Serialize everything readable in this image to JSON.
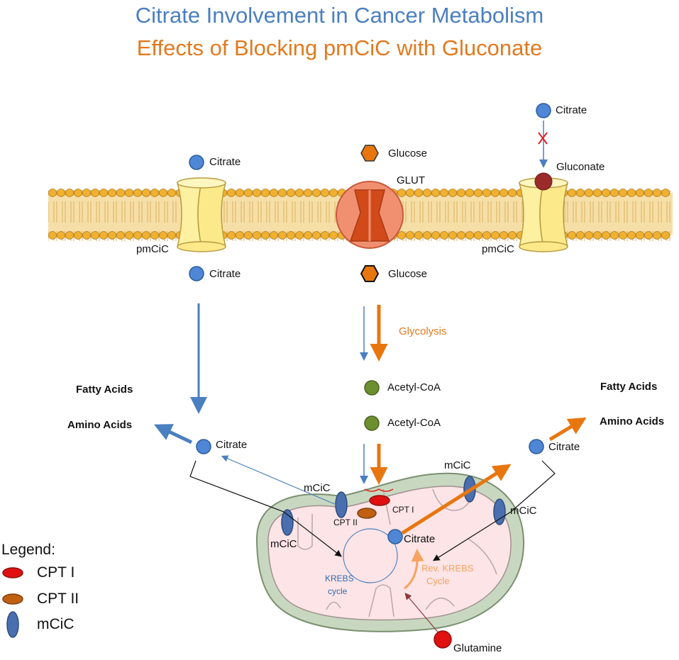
{
  "title_line1": "Citrate Involvement in Cancer Metabolism",
  "title_line2": "Effects of Blocking pmCiC with Gluconate",
  "labels": {
    "citrate": "Citrate",
    "glucose": "Glucose",
    "glut": "GLUT",
    "gluconate": "Gluconate",
    "pmcic": "pmCiC",
    "glycolysis": "Glycolysis",
    "acetyl_coa": "Acetyl-CoA",
    "fatty_acids": "Fatty Acids",
    "amino_acids": "Amino Acids",
    "mcic": "mCiC",
    "cpt1": "CPT I",
    "cpt2": "CPT II",
    "krebs_line1": "KREBS",
    "krebs_line2": "cycle",
    "rev_krebs_line1": "Rev. KREBS",
    "rev_krebs_line2": "Cycle",
    "glutamine": "Glutamine"
  },
  "legend": {
    "title": "Legend:",
    "items": [
      "CPT I",
      "CPT II",
      "mCiC"
    ]
  },
  "colors": {
    "title_blue": "#4a7fc0",
    "title_orange": "#e07a1f",
    "citrate_blue": "#4f86d6",
    "glucose_orange": "#e8760f",
    "acetyl_green": "#6d8f2f",
    "cpt1_red": "#e01010",
    "cpt2_brown": "#c06010",
    "mcic_blue": "#4a6fae",
    "gluconate": "#9b2a2a",
    "glutamine": "#e01010",
    "membrane_gold": "#f0b030"
  }
}
